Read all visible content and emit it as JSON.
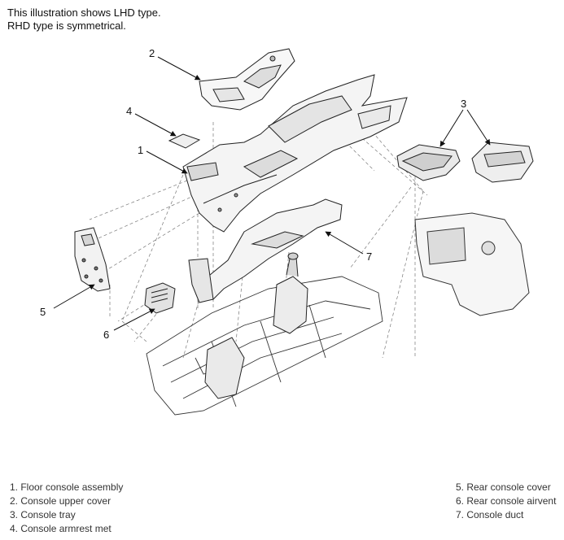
{
  "note": {
    "line1": "This illustration shows LHD type.",
    "line2": "RHD type is symmetrical."
  },
  "callouts": {
    "c1": "1",
    "c2": "2",
    "c3": "3",
    "c4": "4",
    "c5": "5",
    "c6": "6",
    "c7": "7"
  },
  "legend": {
    "left": [
      "1. Floor console assembly",
      "2. Console upper cover",
      "3. Console tray",
      "4. Console armrest met"
    ],
    "right": [
      "5. Rear console cover",
      "6. Rear console airvent",
      "7. Console duct"
    ]
  }
}
